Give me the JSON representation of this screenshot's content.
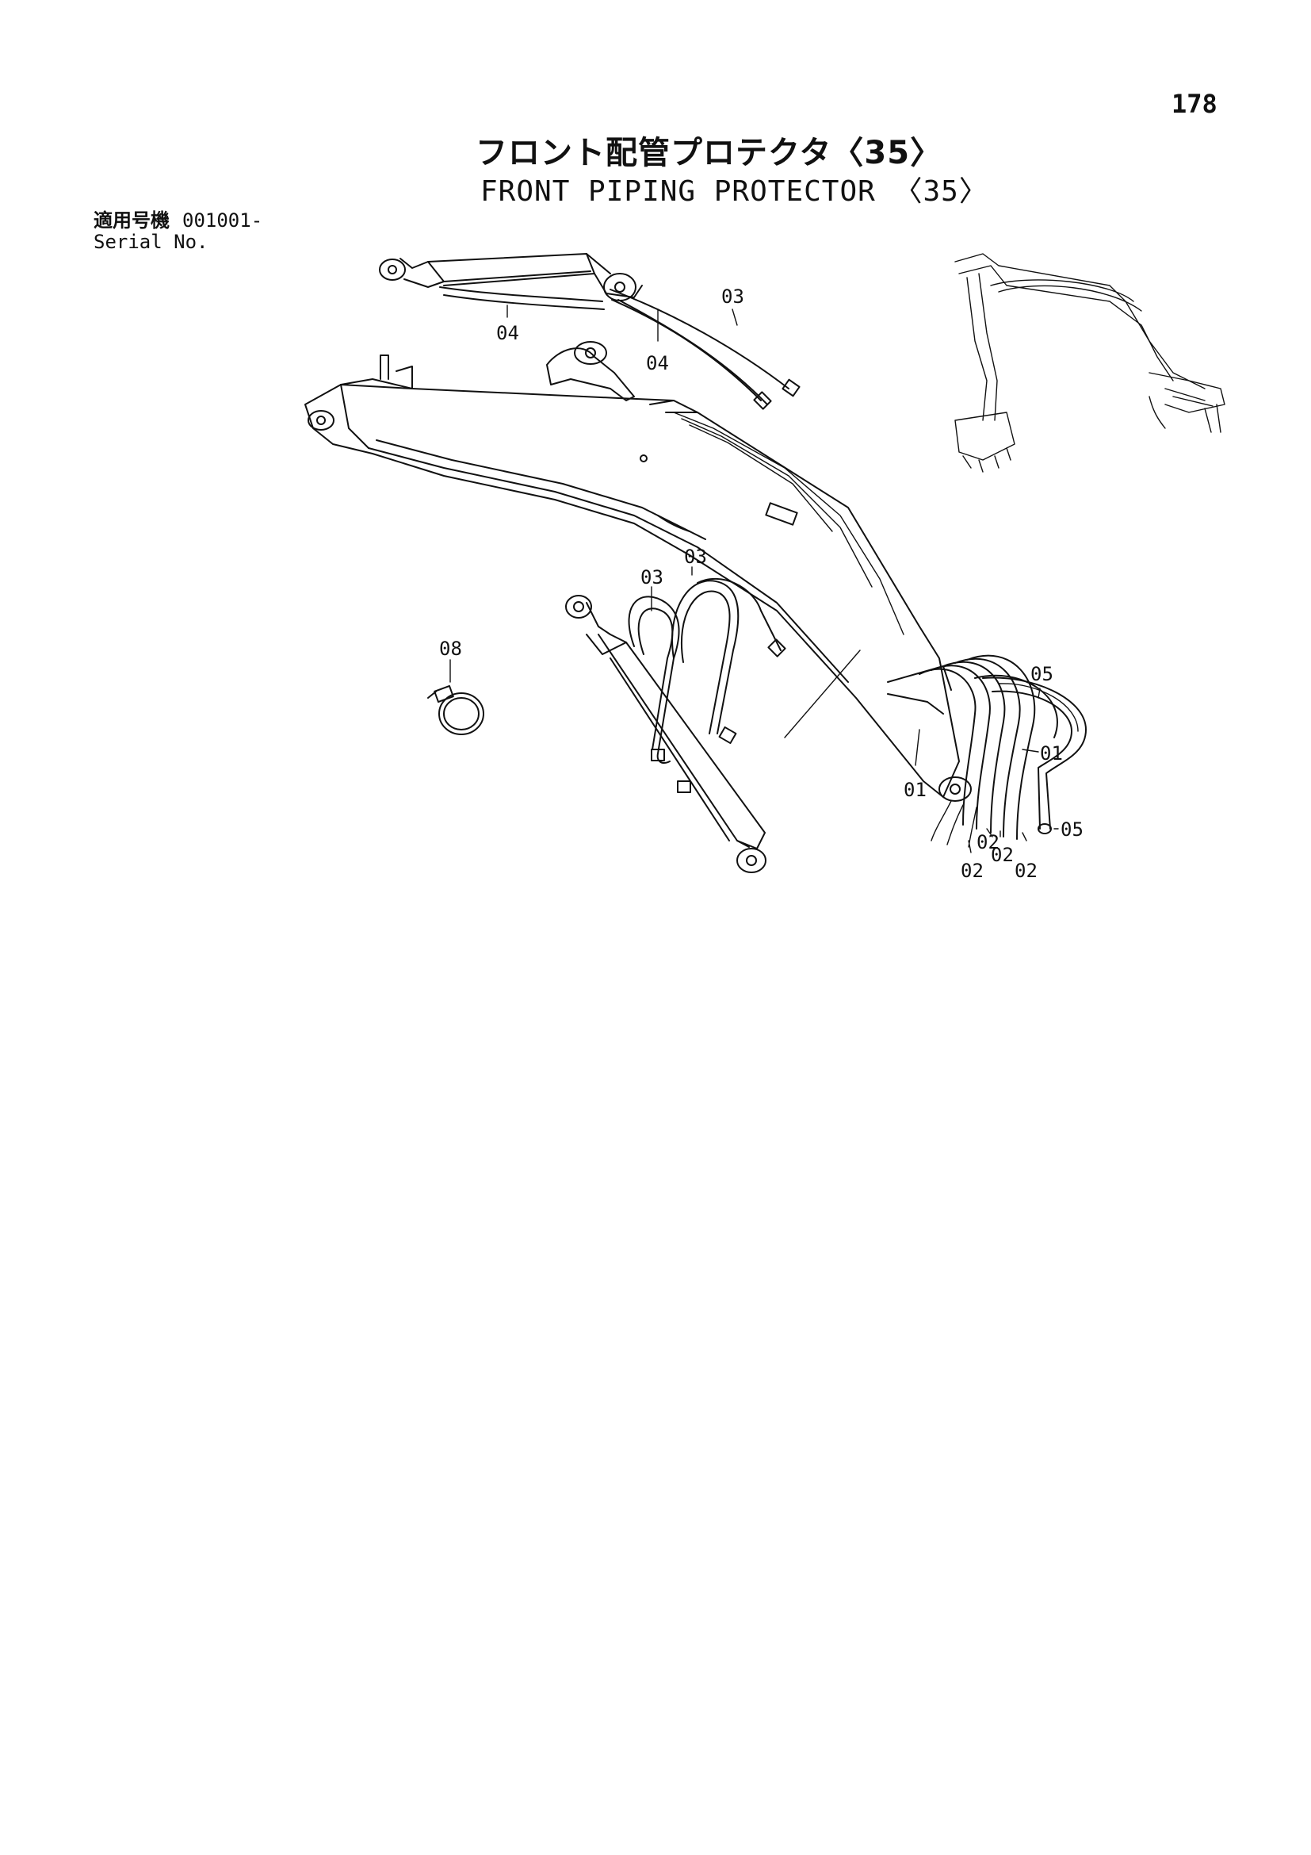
{
  "page": {
    "number": "178"
  },
  "title": {
    "japanese": "フロント配管プロテクタ〈35〉",
    "english": "FRONT PIPING PROTECTOR 〈35〉"
  },
  "serial": {
    "label_jp": "適用号機",
    "value": "001001-",
    "label_en": "Serial No."
  },
  "callouts": {
    "c04a": "04",
    "c04b": "04",
    "c03top": "03",
    "c03mid1": "03",
    "c03mid2": "03",
    "c08": "08",
    "c05top": "05",
    "c01right": "01",
    "c01left": "01",
    "c05bottom": "05",
    "c02a": "02",
    "c02b": "02",
    "c02c": "02",
    "c02d": "02"
  }
}
